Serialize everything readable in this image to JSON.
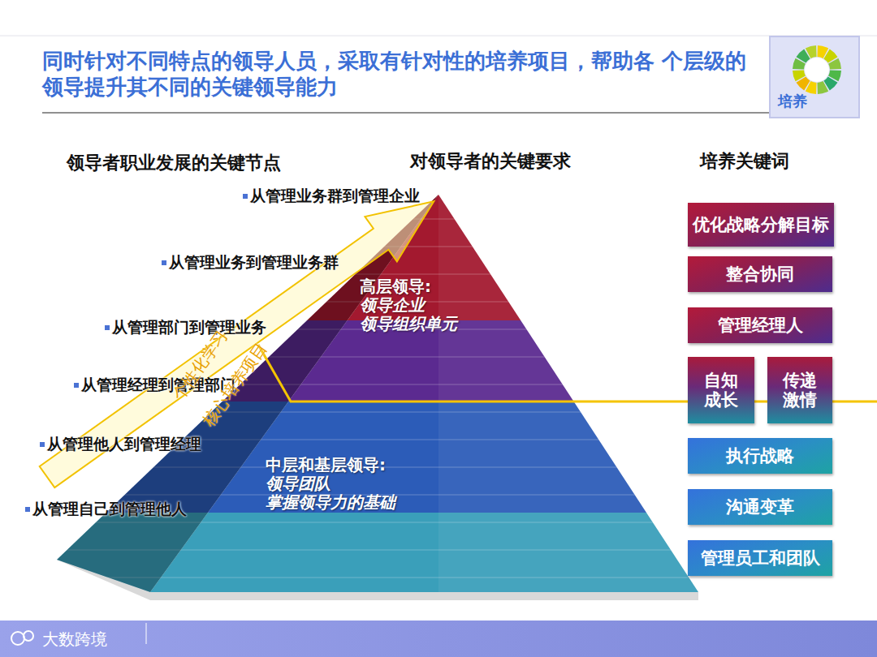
{
  "diagram": {
    "title": "同时针对不同特点的领导人员，采取有针对性的培养项目，帮助各 个层级的领导提升其不同的关键领导能力",
    "nodes": [
      {
        "text": [
          "培养"
        ]
      },
      {
        "text": [
          "高层领导:",
          "领导企业",
          "领导组织单元"
        ]
      },
      {
        "text": [
          "优化战略分解目标"
        ]
      },
      {
        "text": [
          "整合协同"
        ]
      },
      {
        "text": [
          "管理经理人"
        ]
      },
      {
        "text": [
          "自知 成长"
        ]
      },
      {
        "text": [
          "传递 激情"
        ]
      },
      {
        "text": [
          "中层和基层领导:",
          "领导团队",
          "掌握领导力的基础"
        ]
      },
      {
        "text": [
          "执行战略"
        ]
      },
      {
        "text": [
          "沟通变革"
        ]
      },
      {
        "text": [
          "管理员工和团队"
        ]
      }
    ],
    "labels": [
      "领导者职业发展的关键节点",
      "对领导者的关键要求",
      "培养关键词",
      "从管理业务群到管理企业",
      "从管理业务到管理业务群",
      "从管理部门到管理业务",
      "从管理经理到管理部门",
      "从管理他人到管理经理",
      "从管理自己到管理他人",
      "个性化学习",
      "核心培养项目",
      "大数跨境"
    ]
  }
}
